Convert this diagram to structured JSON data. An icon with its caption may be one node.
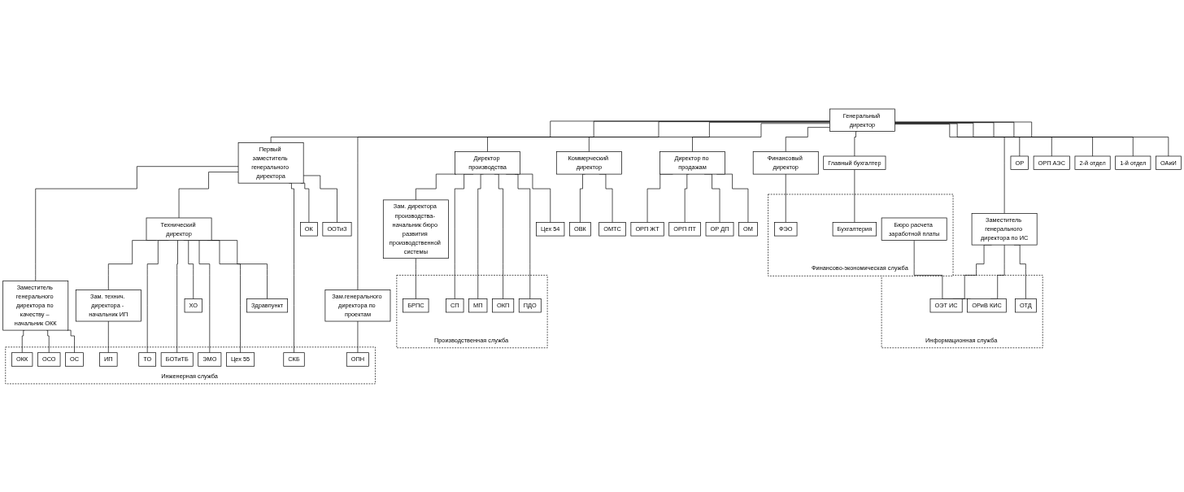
{
  "diagram": {
    "nodes": [
      {
        "text": [
          "Генеральный директор"
        ]
      },
      {
        "text": [
          "Заместитель генерального директора по качеству – начальник ОКК"
        ]
      },
      {
        "text": [
          "Первый заместитель генерального директора"
        ]
      },
      {
        "text": [
          "Технический директор"
        ]
      },
      {
        "text": [
          "Зам.генерального директора по проектам"
        ]
      },
      {
        "text": [
          "Директор производства"
        ]
      },
      {
        "text": [
          "Коммерческий директор"
        ]
      },
      {
        "text": [
          "Директор по продажам"
        ]
      },
      {
        "text": [
          "Финансовый директор"
        ]
      },
      {
        "text": [
          "Главный бухгалтер"
        ]
      },
      {
        "text": [
          "Заместитель генерального директора по ИС"
        ]
      },
      {
        "text": [
          "Зам. технич. директора - начальник ИП"
        ]
      },
      {
        "text": [
          "Зам. директора производства- начальник бюро развития производственной системы"
        ]
      },
      {
        "text": [
          "Инженерная служба"
        ]
      },
      {
        "text": [
          "ОКК"
        ],
        "in": 13
      },
      {
        "text": [
          "СКБ"
        ],
        "in": 13
      },
      {
        "text": [
          "ИП"
        ],
        "in": 13
      },
      {
        "text": [
          "ЭМО"
        ],
        "in": 13
      },
      {
        "text": [
          "ОПН"
        ],
        "in": 13
      },
      {
        "text": [
          "ОСО"
        ],
        "in": 13
      },
      {
        "text": [
          "ТО"
        ],
        "in": 13
      },
      {
        "text": [
          "Цех 55"
        ],
        "in": 13
      },
      {
        "text": [
          "ОС"
        ],
        "in": 13
      },
      {
        "text": [
          "БОТиТБ"
        ],
        "in": 13
      },
      {
        "text": [
          "ОК"
        ]
      },
      {
        "text": [
          "ООТиЗ"
        ]
      },
      {
        "text": [
          "ХО"
        ]
      },
      {
        "text": [
          "Здравпункт"
        ]
      },
      {
        "text": [
          "Производственная служба"
        ]
      },
      {
        "text": [
          "БРПС"
        ],
        "in": 28
      },
      {
        "text": [
          "СП"
        ],
        "in": 28
      },
      {
        "text": [
          "МП"
        ],
        "in": 28
      },
      {
        "text": [
          "ОКП"
        ],
        "in": 28
      },
      {
        "text": [
          "ПДО"
        ],
        "in": 28
      },
      {
        "text": [
          "Цех 54"
        ]
      },
      {
        "text": [
          "ОВК"
        ]
      },
      {
        "text": [
          "ОМТС"
        ]
      },
      {
        "text": [
          "ОРП ЖТ"
        ]
      },
      {
        "text": [
          "ОРП ПТ"
        ]
      },
      {
        "text": [
          "ОР ДП"
        ]
      },
      {
        "text": [
          "ОМ"
        ]
      },
      {
        "text": [
          "Финансово-экономическая служба"
        ]
      },
      {
        "text": [
          "ФЭО"
        ],
        "in": 41
      },
      {
        "text": [
          "Бухгалтерия"
        ],
        "in": 41
      },
      {
        "text": [
          "Бюро расчета заработной платы"
        ],
        "in": 41
      },
      {
        "text": [
          "Информационная служба"
        ]
      },
      {
        "text": [
          "ОЭТ ИС"
        ],
        "in": 45
      },
      {
        "text": [
          "ОРиВ КИС"
        ],
        "in": 45
      },
      {
        "text": [
          "ОТД"
        ],
        "in": 45
      },
      {
        "text": [
          "ОР"
        ]
      },
      {
        "text": [
          "ОРП АЭС"
        ]
      },
      {
        "text": [
          "2-й отдел"
        ]
      },
      {
        "text": [
          "1-й отдел"
        ]
      },
      {
        "text": [
          "ОАиИ"
        ]
      }
    ],
    "edges": [
      {
        "from": 0,
        "to": 2,
        "arrow": "none"
      },
      {
        "from": 0,
        "to": 4,
        "arrow": "none"
      },
      {
        "from": 0,
        "to": 5,
        "arrow": "none"
      },
      {
        "from": 0,
        "to": 6,
        "arrow": "none"
      },
      {
        "from": 0,
        "to": 7,
        "arrow": "none"
      },
      {
        "from": 0,
        "to": 8,
        "arrow": "none"
      },
      {
        "from": 0,
        "to": 9,
        "arrow": "none"
      },
      {
        "from": 0,
        "to": 10,
        "arrow": "none"
      },
      {
        "from": 0,
        "to": 49,
        "arrow": "none"
      },
      {
        "from": 0,
        "to": 50,
        "arrow": "none"
      },
      {
        "from": 0,
        "to": 51,
        "arrow": "none"
      },
      {
        "from": 0,
        "to": 52,
        "arrow": "none"
      },
      {
        "from": 0,
        "to": 53,
        "arrow": "none"
      },
      {
        "from": 2,
        "to": 1,
        "arrow": "none"
      },
      {
        "from": 2,
        "to": 3,
        "arrow": "none"
      },
      {
        "from": 1,
        "to": 14,
        "arrow": "none"
      },
      {
        "from": 1,
        "to": 19,
        "arrow": "none"
      },
      {
        "from": 1,
        "to": 22,
        "arrow": "none"
      },
      {
        "from": 2,
        "to": 15,
        "arrow": "none"
      },
      {
        "from": 2,
        "to": 24,
        "arrow": "none"
      },
      {
        "from": 2,
        "to": 25,
        "arrow": "none"
      },
      {
        "from": 3,
        "to": 11,
        "arrow": "none"
      },
      {
        "from": 11,
        "to": 16,
        "arrow": "none"
      },
      {
        "from": 3,
        "to": 20,
        "arrow": "none"
      },
      {
        "from": 3,
        "to": 23,
        "arrow": "none"
      },
      {
        "from": 3,
        "to": 26,
        "arrow": "none"
      },
      {
        "from": 3,
        "to": 17,
        "arrow": "none"
      },
      {
        "from": 3,
        "to": 21,
        "arrow": "none"
      },
      {
        "from": 3,
        "to": 27,
        "arrow": "none"
      },
      {
        "from": 4,
        "to": 18,
        "arrow": "none"
      },
      {
        "from": 5,
        "to": 12,
        "arrow": "none"
      },
      {
        "from": 12,
        "to": 29,
        "arrow": "none"
      },
      {
        "from": 5,
        "to": 30,
        "arrow": "none"
      },
      {
        "from": 5,
        "to": 31,
        "arrow": "none"
      },
      {
        "from": 5,
        "to": 32,
        "arrow": "none"
      },
      {
        "from": 5,
        "to": 33,
        "arrow": "none"
      },
      {
        "from": 5,
        "to": 34,
        "arrow": "none"
      },
      {
        "from": 6,
        "to": 35,
        "arrow": "none"
      },
      {
        "from": 6,
        "to": 36,
        "arrow": "none"
      },
      {
        "from": 7,
        "to": 37,
        "arrow": "none"
      },
      {
        "from": 7,
        "to": 38,
        "arrow": "none"
      },
      {
        "from": 7,
        "to": 39,
        "arrow": "none"
      },
      {
        "from": 7,
        "to": 40,
        "arrow": "none"
      },
      {
        "from": 8,
        "to": 42,
        "arrow": "none"
      },
      {
        "from": 9,
        "to": 43,
        "arrow": "none"
      },
      {
        "from": 10,
        "to": 46,
        "arrow": "none"
      },
      {
        "from": 10,
        "to": 47,
        "arrow": "none"
      },
      {
        "from": 10,
        "to": 48,
        "arrow": "none"
      },
      {
        "from": 44,
        "to": 47,
        "arrow": "none"
      }
    ]
  }
}
